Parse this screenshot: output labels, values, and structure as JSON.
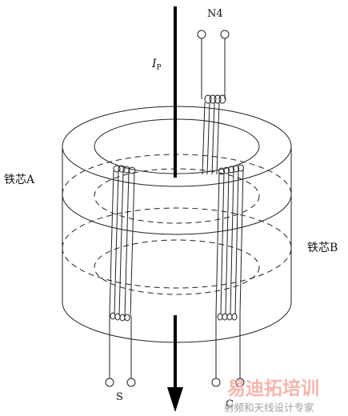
{
  "labels": {
    "current_symbol": "I",
    "current_subscript": "P",
    "winding_top": "N4",
    "core_a": "铁芯A",
    "core_b": "铁芯B",
    "terminal_s": "S",
    "terminal_c": "C"
  },
  "watermark": {
    "title": "易迪拓培训",
    "subtitle": "射频和天线设计专家"
  },
  "colors": {
    "line": "#222222",
    "watermark_title": "#f4a9a0",
    "watermark_subtitle": "#9a9a9a"
  }
}
